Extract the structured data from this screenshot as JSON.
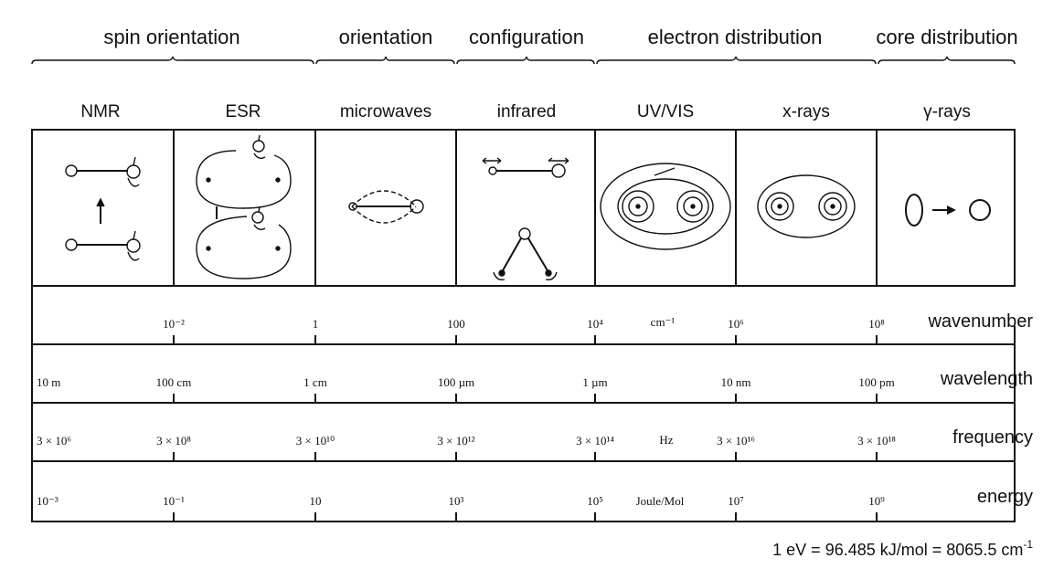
{
  "categories": [
    {
      "label": "spin orientation"
    },
    {
      "label": "orientation"
    },
    {
      "label": "configuration"
    },
    {
      "label": "electron distribution"
    },
    {
      "label": "core distribution"
    }
  ],
  "regions": [
    {
      "label": "NMR"
    },
    {
      "label": "ESR"
    },
    {
      "label": "microwaves"
    },
    {
      "label": "infrared"
    },
    {
      "label": "UV/VIS"
    },
    {
      "label": "x-rays"
    },
    {
      "label": "γ-rays"
    }
  ],
  "scales": [
    {
      "name": "wavenumber",
      "unit": "cm⁻¹",
      "ticks": [
        "",
        "10⁻²",
        "1",
        "100",
        "10⁴",
        "10⁶",
        "10⁸"
      ]
    },
    {
      "name": "wavelength",
      "unit": "",
      "ticks": [
        "10 m",
        "100 cm",
        "1 cm",
        "100 µm",
        "1 µm",
        "10 nm",
        "100 pm"
      ]
    },
    {
      "name": "frequency",
      "unit": "Hz",
      "ticks": [
        "3 × 10⁶",
        "3 × 10⁸",
        "3 × 10¹⁰",
        "3 × 10¹²",
        "3 × 10¹⁴",
        "3 × 10¹⁶",
        "3 × 10¹⁸"
      ]
    },
    {
      "name": "energy",
      "unit": "Joule/Mol",
      "ticks": [
        "10⁻³",
        "10⁻¹",
        "10",
        "10³",
        "10⁵",
        "10⁷",
        "10⁹"
      ]
    }
  ],
  "formula": {
    "text": "1 eV = 96.485 kJ/mol = 8065.5 cm",
    "sup": "-1"
  }
}
